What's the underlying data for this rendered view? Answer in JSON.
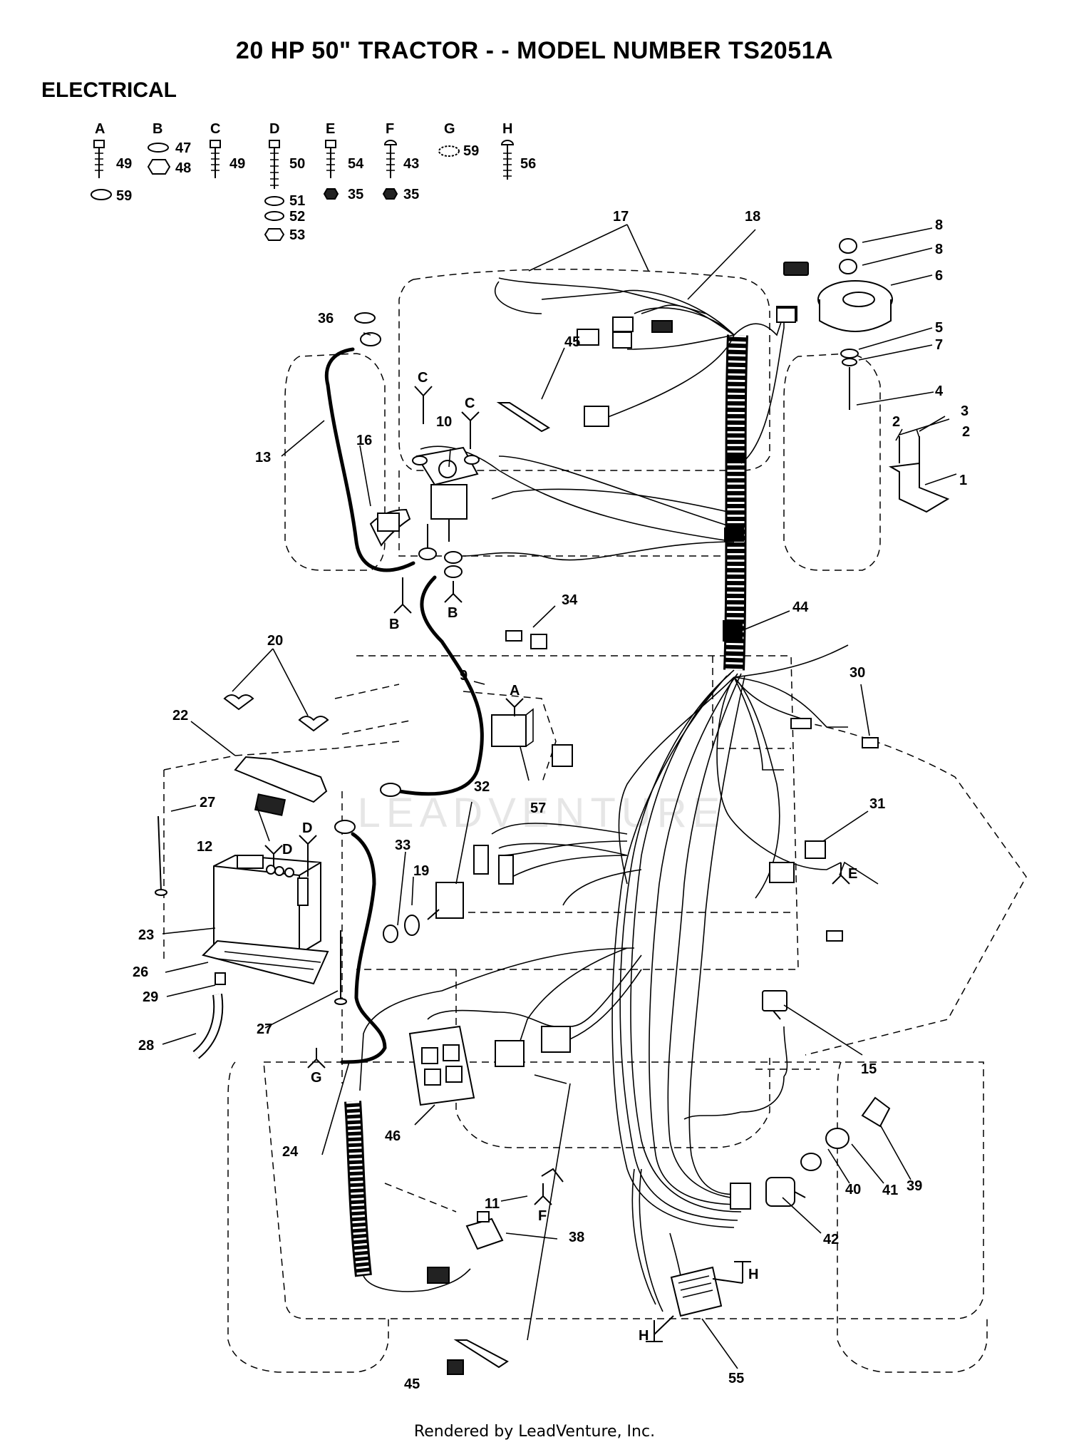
{
  "header": {
    "title": "20 HP 50\" TRACTOR - - MODEL NUMBER TS2051A",
    "section": "ELECTRICAL"
  },
  "hardware": [
    {
      "letter": "A",
      "parts": [
        "49",
        "59"
      ]
    },
    {
      "letter": "B",
      "parts": [
        "47",
        "48"
      ]
    },
    {
      "letter": "C",
      "parts": [
        "49"
      ]
    },
    {
      "letter": "D",
      "parts": [
        "50",
        "51",
        "52",
        "53"
      ]
    },
    {
      "letter": "E",
      "parts": [
        "54",
        "35"
      ]
    },
    {
      "letter": "F",
      "parts": [
        "43",
        "35"
      ]
    },
    {
      "letter": "G",
      "parts": [
        "59"
      ]
    },
    {
      "letter": "H",
      "parts": [
        "56"
      ]
    }
  ],
  "callouts": [
    "1",
    "2",
    "2",
    "3",
    "4",
    "5",
    "6",
    "7",
    "8",
    "8",
    "9",
    "10",
    "11",
    "12",
    "13",
    "15",
    "16",
    "17",
    "18",
    "19",
    "20",
    "22",
    "23",
    "24",
    "26",
    "27",
    "27",
    "28",
    "29",
    "30",
    "31",
    "32",
    "33",
    "34",
    "36",
    "38",
    "39",
    "40",
    "41",
    "42",
    "44",
    "45",
    "45",
    "46",
    "55",
    "57"
  ],
  "refs": [
    "C",
    "C",
    "B",
    "B",
    "A",
    "D",
    "D",
    "E",
    "G",
    "F",
    "H",
    "H"
  ],
  "footer": "Rendered by LeadVenture, Inc.",
  "watermark": "LEADVENTURE"
}
